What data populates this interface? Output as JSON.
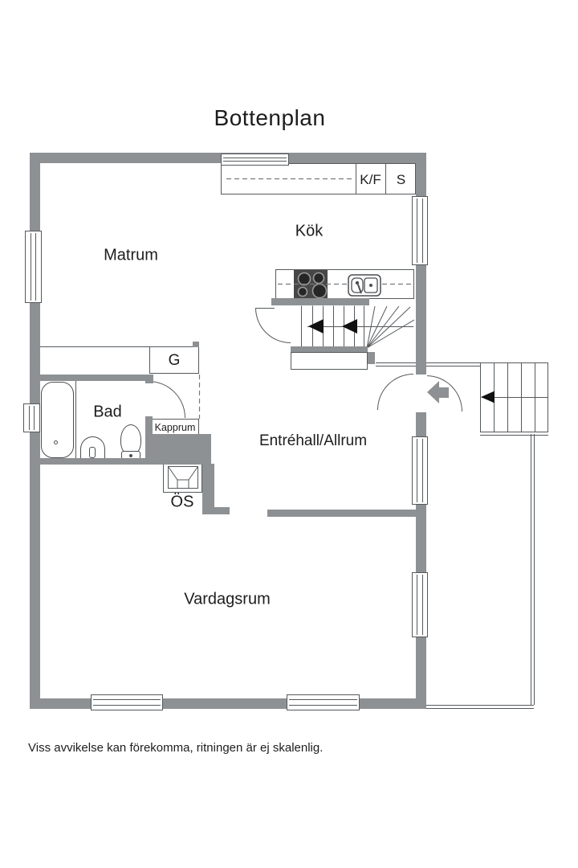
{
  "title": "Bottenplan",
  "disclaimer": "Viss avvikelse kan förekomma, ritningen är ej skalenlig.",
  "rooms": {
    "matrum": "Matrum",
    "kok": "Kök",
    "bad": "Bad",
    "kapprum": "Kapprum",
    "entrehall": "Entréhall/Allrum",
    "vardagsrum": "Vardagsrum"
  },
  "labels": {
    "fridge_freezer": "K/F",
    "pantry": "S",
    "wardrobe": "G",
    "fireplace": "ÖS"
  },
  "colors": {
    "wall": "#8d9194",
    "line": "#55595c",
    "fixture": "#4a4f52",
    "text": "#1d1d1f",
    "dark": "#111111",
    "stove": "#474747",
    "burner": "#262626",
    "burner_ring": "#9a9a9a",
    "dash": "#77797b"
  }
}
